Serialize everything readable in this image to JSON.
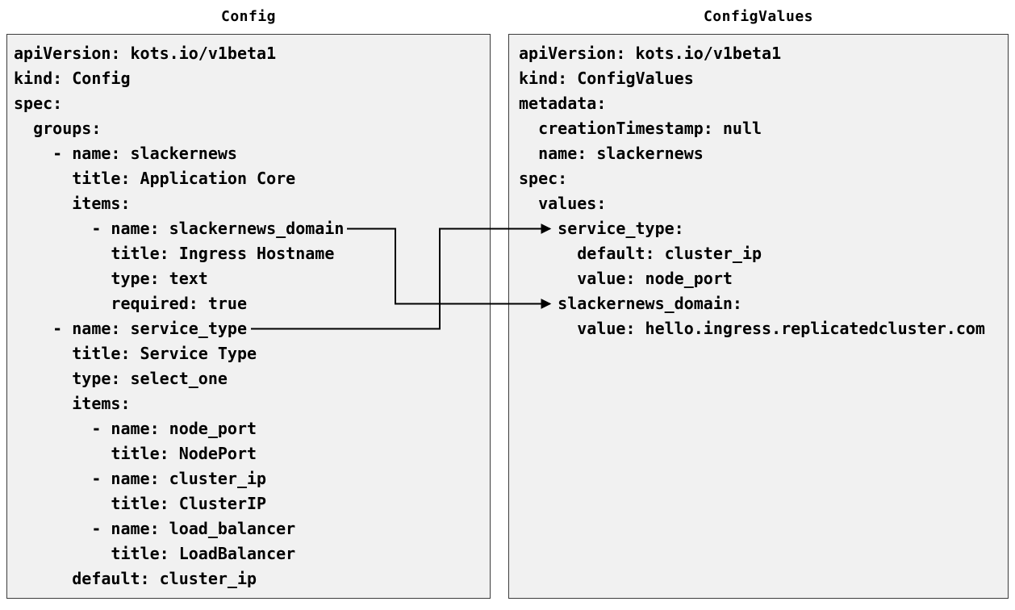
{
  "colors": {
    "page_bg": "#ffffff",
    "panel_bg": "#f1f1f1",
    "panel_border": "#3c3c3c",
    "text_color": "#000000",
    "connector_color": "#000000"
  },
  "left_panel": {
    "title": "Config",
    "lines": [
      "apiVersion: kots.io/v1beta1",
      "kind: Config",
      "spec:",
      "  groups:",
      "    - name: slackernews",
      "      title: Application Core",
      "      items:",
      "        - name: slackernews_domain",
      "          title: Ingress Hostname",
      "          type: text",
      "          required: true",
      "    - name: service_type",
      "      title: Service Type",
      "      type: select_one",
      "      items:",
      "        - name: node_port",
      "          title: NodePort",
      "        - name: cluster_ip",
      "          title: ClusterIP",
      "        - name: load_balancer",
      "          title: LoadBalancer",
      "      default: cluster_ip"
    ]
  },
  "right_panel": {
    "title": "ConfigValues",
    "lines": [
      "apiVersion: kots.io/v1beta1",
      "kind: ConfigValues",
      "metadata:",
      "  creationTimestamp: null",
      "  name: slackernews",
      "spec:",
      "  values:",
      "    service_type:",
      "      default: cluster_ip",
      "      value: node_port",
      "    slackernews_domain:",
      "      value: hello.ingress.replicatedcluster.com"
    ]
  },
  "connections": [
    {
      "from": "Config item slackernews_domain",
      "to": "ConfigValues value slackernews_domain"
    },
    {
      "from": "Config item service_type",
      "to": "ConfigValues value service_type"
    }
  ]
}
